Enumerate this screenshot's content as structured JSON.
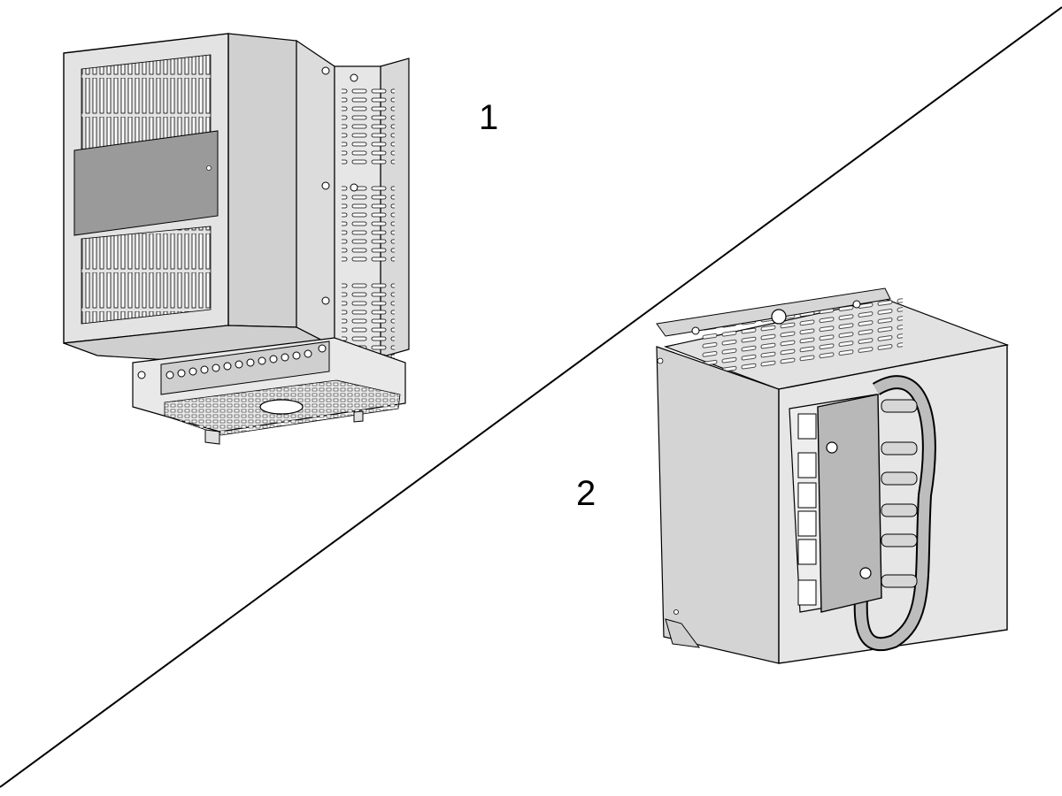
{
  "labels": {
    "item_1": "1",
    "item_2": "2"
  },
  "illustration": {
    "divider": "diagonal-line",
    "item_1_subject": "vented-enclosure-with-terminal-block",
    "item_2_subject": "terminal-block-module-with-looped-wires",
    "colors": {
      "line": "#000000",
      "body_light": "#e8e8e8",
      "body_mid": "#d6d6d6",
      "body_dark": "#bdbdbd",
      "label_panel": "#9a9a9a",
      "background": "#ffffff"
    }
  }
}
